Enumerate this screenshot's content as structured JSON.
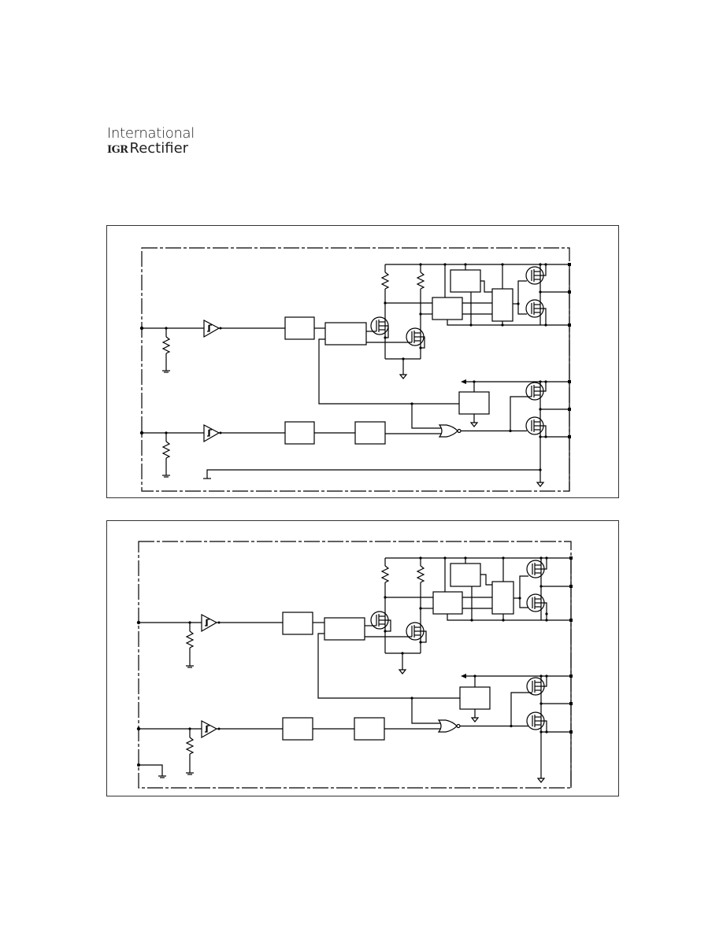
{
  "header": {
    "logo": {
      "line1": "International",
      "mark": "IGR",
      "line2": "Rectifier"
    }
  },
  "figures": [
    {
      "id": "block-diagram-1",
      "description": "Functional block diagram (variant A): two Schmitt-trigger inputs with pull-down resistors, logic blocks, level-shift MOSFETs, NOR gate, and output MOSFET half-bridges; common ground bus runs across bottom",
      "text_labels": []
    },
    {
      "id": "block-diagram-2",
      "description": "Functional block diagram (variant B): same topology, input pull-down resistors placed after the input node and separate ground connection on the left bus",
      "text_labels": []
    }
  ],
  "colors": {
    "line": "#000000",
    "panel_border": "#333333",
    "background": "#ffffff"
  }
}
